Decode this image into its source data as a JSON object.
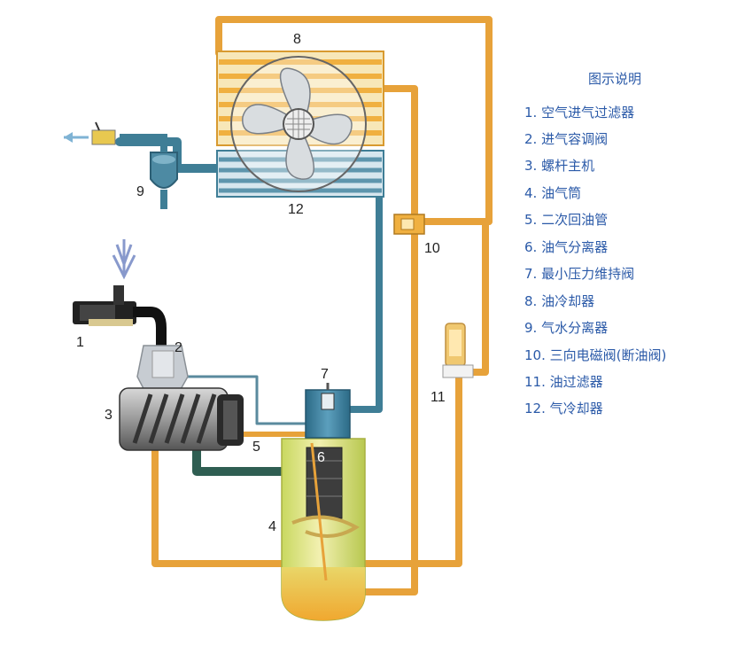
{
  "legend": {
    "title": "图示说明",
    "items": [
      "1. 空气进气过滤器",
      "2. 进气容调阀",
      "3. 螺杆主机",
      "4. 油气筒",
      "5. 二次回油管",
      "6. 油气分离器",
      "7. 最小压力维持阀",
      "8. 油冷却器",
      "9. 气水分离器",
      "10. 三向电磁阀(断油阀)",
      "11. 油过滤器",
      "12. 气冷却器"
    ]
  },
  "callouts": {
    "n1": "1",
    "n2": "2",
    "n3": "3",
    "n4": "4",
    "n5": "5",
    "n6": "6",
    "n7": "7",
    "n8": "8",
    "n9": "9",
    "n10": "10",
    "n11": "11",
    "n12": "12"
  },
  "colors": {
    "oil_pipe": "#f0b040",
    "air_pipe": "#3f7e96",
    "oil_cooler": "#f4b04a",
    "air_cooler": "#5d95ad",
    "legend_text": "#2b5aa8",
    "tank": "#d8e27a"
  }
}
